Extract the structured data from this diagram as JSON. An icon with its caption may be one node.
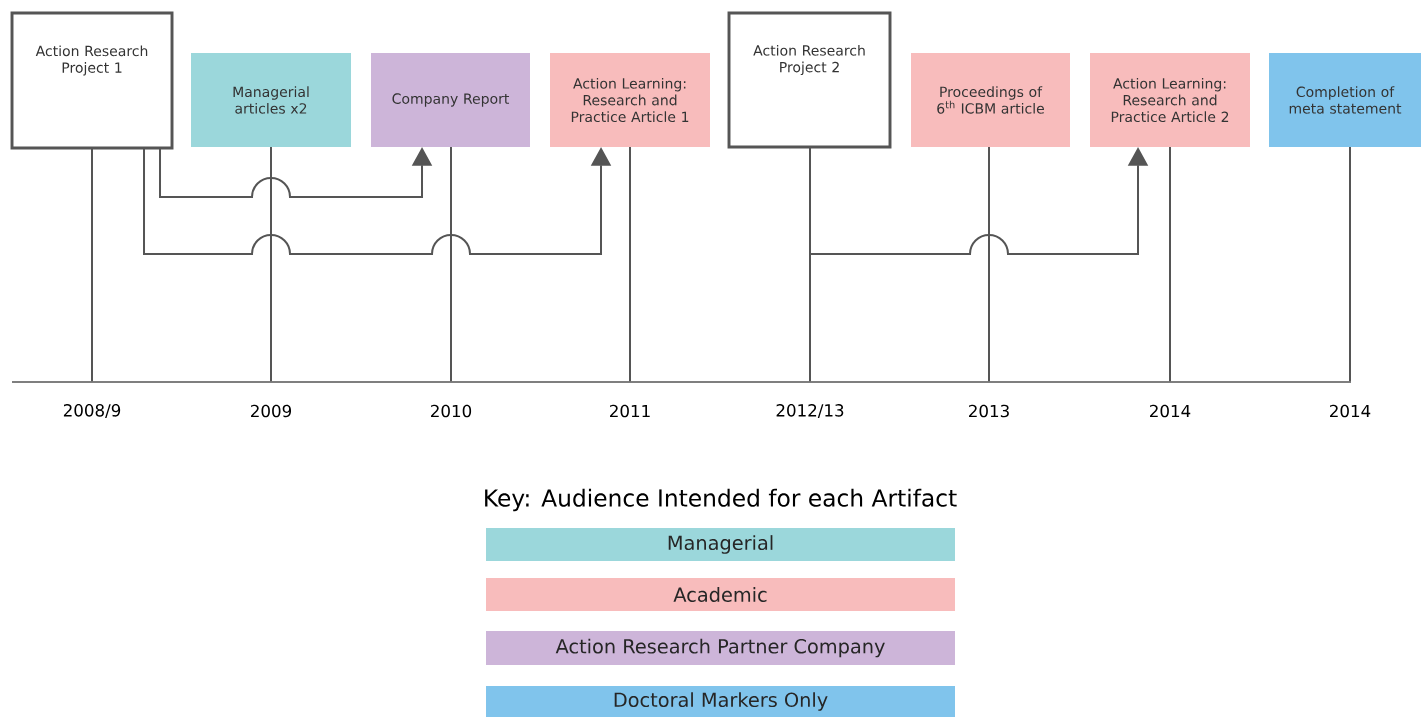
{
  "diagram": {
    "nodes": [
      {
        "text": [
          "Action Research Project 1"
        ]
      },
      {
        "text": [
          "Managerial articles x2"
        ]
      },
      {
        "text": [
          "Company Report"
        ]
      },
      {
        "text": [
          "Action Learning: Research and Practice Article 1"
        ]
      },
      {
        "text": [
          "Action Research Project 2"
        ]
      },
      {
        "text": [
          "Proceedings of 6$^{th}$ ICBM article"
        ]
      },
      {
        "text": [
          "Action Learning: Research and Practice Article 2"
        ]
      },
      {
        "text": [
          "Completion of meta statement"
        ]
      },
      {
        "text": [],
        "shape": "bar"
      }
    ],
    "edges": [
      {
        "from": 0,
        "to": 8,
        "arrow": "none"
      },
      {
        "from": 1,
        "to": 8,
        "arrow": "none"
      },
      {
        "from": 2,
        "to": 8,
        "arrow": "none"
      },
      {
        "from": 3,
        "to": 8,
        "arrow": "none"
      },
      {
        "from": 4,
        "to": 8,
        "arrow": "none"
      },
      {
        "from": 5,
        "to": 8,
        "arrow": "none"
      },
      {
        "from": 6,
        "to": 8,
        "arrow": "none"
      },
      {
        "from": 7,
        "to": 8,
        "arrow": "none"
      },
      {
        "from": 0,
        "to": 2,
        "arrow": "to"
      },
      {
        "from": 0,
        "to": 3,
        "arrow": "to"
      },
      {
        "from": 4,
        "to": 6,
        "arrow": "to"
      }
    ],
    "labels": [
      "2008/9",
      "2009",
      "2010",
      "2011",
      "2012/13",
      "2013",
      "2014",
      "2014",
      "Key:  Audience Intended for each Artifact"
    ],
    "legend": [
      {
        "text": "Managerial",
        "color": "#9bd7db"
      },
      {
        "text": "Academic",
        "color": "#f8bcbc"
      },
      {
        "text": "Action Research Partner Company",
        "color": "#cdb5d9"
      },
      {
        "text": "Doctoral Markers Only",
        "color": "#80c4ec"
      }
    ]
  }
}
